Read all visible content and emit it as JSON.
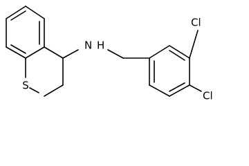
{
  "molecule": {
    "atoms": {
      "sulfur": "S",
      "amine_nitrogen": "N",
      "amine_hydrogen": "H",
      "chlorine_upper": "Cl",
      "chlorine_lower": "Cl"
    }
  }
}
